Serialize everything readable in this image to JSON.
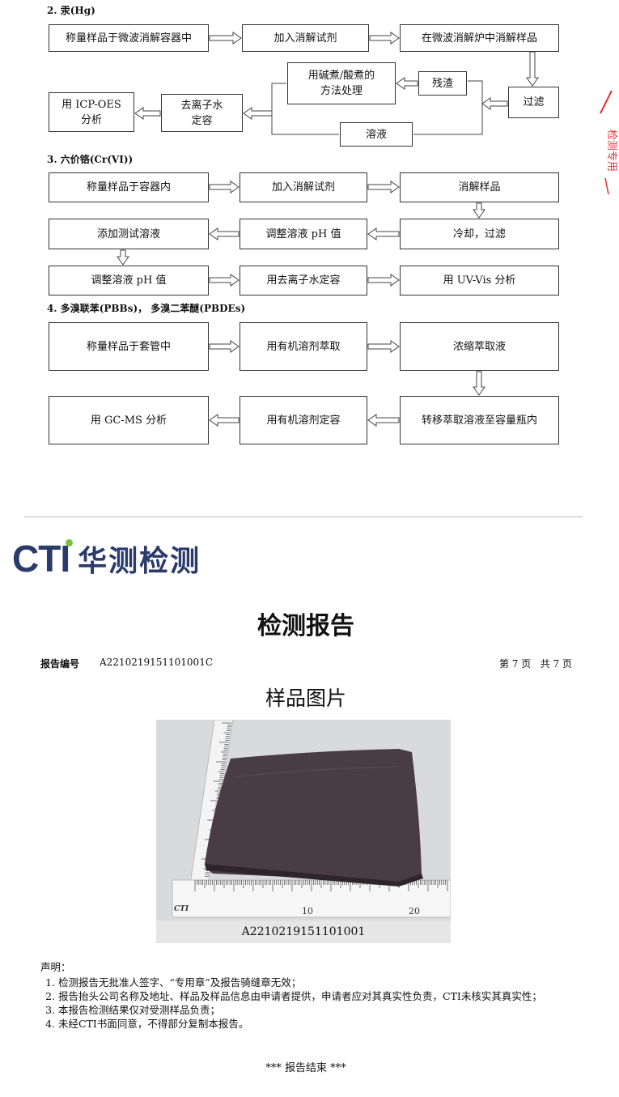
{
  "section_hg": {
    "title": "2.  汞(Hg)",
    "steps": [
      "称量样品于微波消解容器中",
      "加入消解试剂",
      "在微波消解炉中消解样品",
      "过滤",
      "残渣",
      "用碱煮/酸煮的\n方法处理",
      "溶液",
      "去离子水\n定容",
      "用 ICP-OES\n分析"
    ]
  },
  "section_cr": {
    "title": "3.  六价铬(Cr(VI))",
    "steps": [
      "称量样品于容器内",
      "加入消解试剂",
      "消解样品",
      "冷却，过滤",
      "调整溶液 pH 值",
      "添加测试溶液",
      "调整溶液 pH 值",
      "用去离子水定容",
      "用 UV-Vis 分析"
    ]
  },
  "section_pbb": {
    "title": "4.  多溴联苯(PBBs)， 多溴二苯醚(PBDEs)",
    "steps": [
      "称量样品于套管中",
      "用有机溶剂萃取",
      "浓缩萃取液",
      "转移萃取溶液至容量瓶内",
      "用有机溶剂定容",
      "用 GC-MS 分析"
    ]
  },
  "logo": {
    "latin": "CTI",
    "chinese": "华测检测"
  },
  "report": {
    "title": "检测报告",
    "number_label": "报告编号",
    "number": "A2210219151101001C",
    "page": "第 7 页   共 7 页",
    "photo_title": "样品图片",
    "photo_caption": "A2210219151101001",
    "ruler_brand": "CTI",
    "ruler_marks": [
      "10",
      "20"
    ]
  },
  "statement": {
    "heading": "声明：",
    "items": [
      "检测报告无批准人签字、“专用章”及报告骑缝章无效；",
      "报告抬头公司名称及地址、样品及样品信息由申请者提供，申请者应对其真实性负责，CTI未核实其真实性；",
      "本报告检测结果仅对受测样品负责；",
      "未经CTI书面同意，不得部分复制本报告。"
    ],
    "end": "*** 报告结束 ***"
  },
  "colors": {
    "brand": "#2a3a6b",
    "logo_dot": "#7fbf3f",
    "stamp": "#e03030"
  }
}
